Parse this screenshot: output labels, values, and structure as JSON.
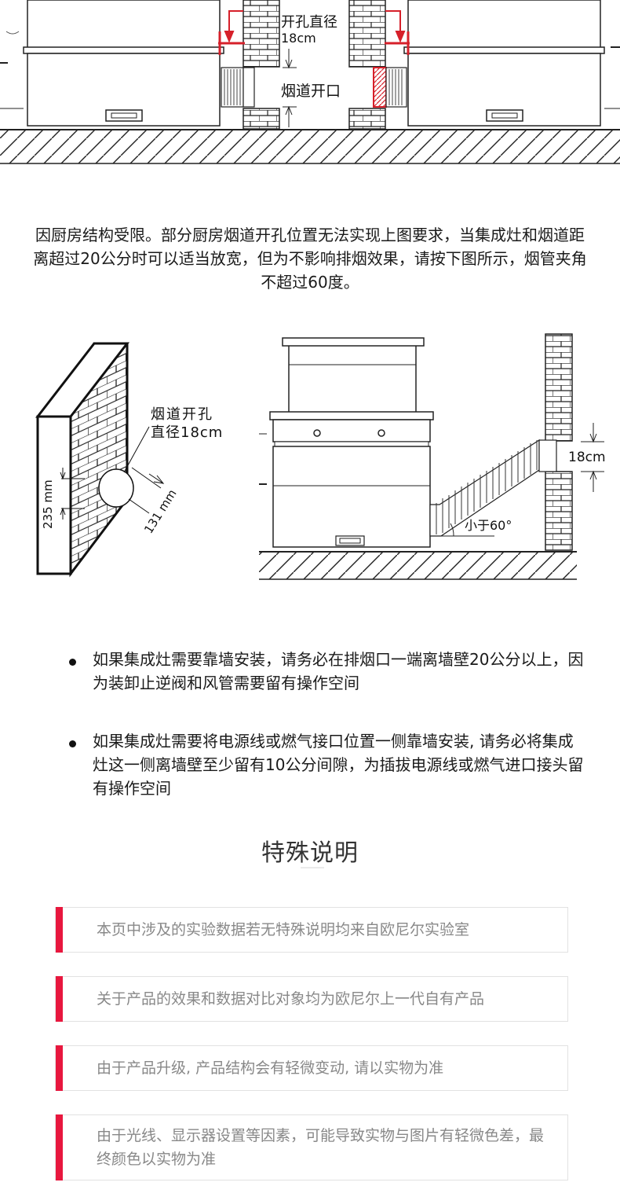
{
  "top_diagram": {
    "label_diameter_line1": "开孔直径",
    "label_diameter_line2": "18cm",
    "label_flue_opening": "烟道开口"
  },
  "intro_paragraph": "因厨房结构受限。部分厨房烟道开孔位置无法实现上图要求，当集成灶和烟道距离超过20公分时可以适当放宽，但为不影响排烟效果，请按下图所示，烟管夹角不超过60度。",
  "wall_diagram": {
    "hole_label_line1": "烟道开孔",
    "hole_label_line2": "直径18cm",
    "height_dim": "235 mm",
    "side_dim": "131 mm"
  },
  "install_diagram": {
    "pipe_dim": "18cm",
    "angle_label": "小于60°"
  },
  "bullets": [
    "如果集成灶需要靠墙安装，请务必在排烟口一端离墙壁20公分以上，因为装卸止逆阀和风管需要留有操作空间",
    "如果集成灶需要将电源线或燃气接口位置一侧靠墙安装, 请务必将集成灶这一侧离墙壁至少留有10公分间隙，为插拔电源线或燃气进口接头留有操作空间"
  ],
  "special_notes": {
    "title": "特殊说明",
    "items": [
      "本页中涉及的实验数据若无特殊说明均来自欧尼尔实验室",
      "关于产品的效果和数据对比对象均为欧尼尔上一代自有产品",
      "由于产品升级, 产品结构会有轻微变动, 请以实物为准",
      "由于光线、显示器设置等因素，可能导致实物与图片有轻微色差，最终颜色以实物为准"
    ]
  },
  "colors": {
    "accent_red": "#e8173e",
    "diagram_red": "#d6202a"
  }
}
